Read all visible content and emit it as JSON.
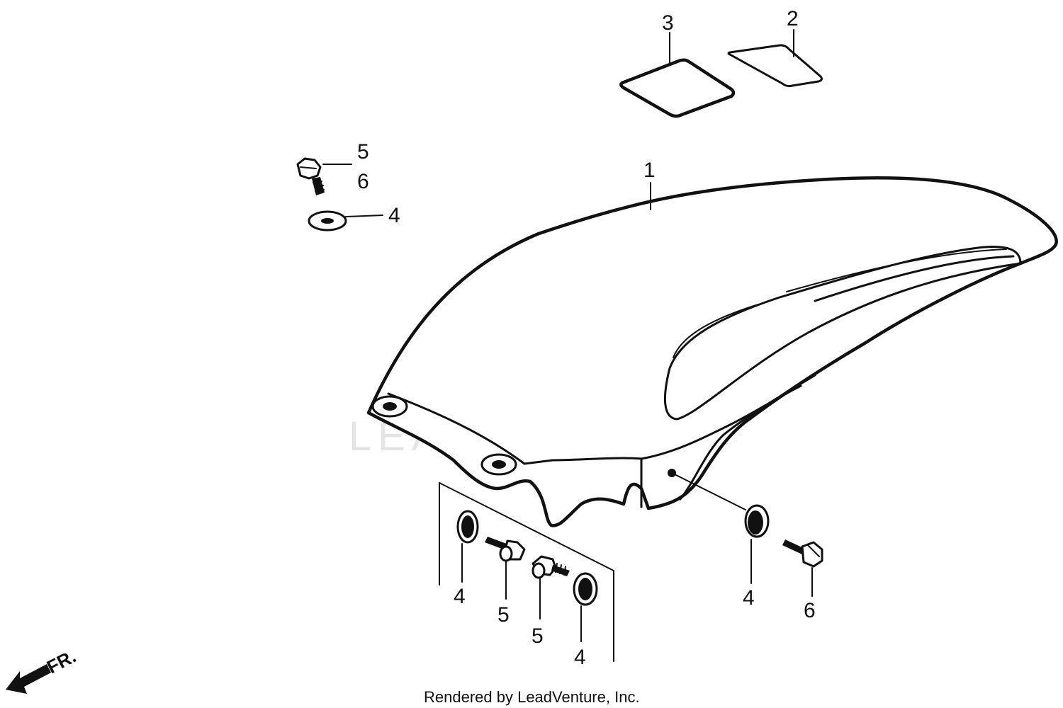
{
  "diagram": {
    "callouts": {
      "fender": "1",
      "decal_small": "2",
      "decal_large": "3",
      "washer_top": "4",
      "bolt_top": "5",
      "bolt_top_alt": "6",
      "washer_lower_1": "4",
      "bolt_lower_1": "5",
      "bolt_lower_2": "5",
      "washer_lower_2": "4",
      "washer_right": "4",
      "bolt_right": "6"
    },
    "direction_label": "FR.",
    "watermark": "LEADVENTURE",
    "credit": "Rendered by LeadVenture, Inc."
  }
}
